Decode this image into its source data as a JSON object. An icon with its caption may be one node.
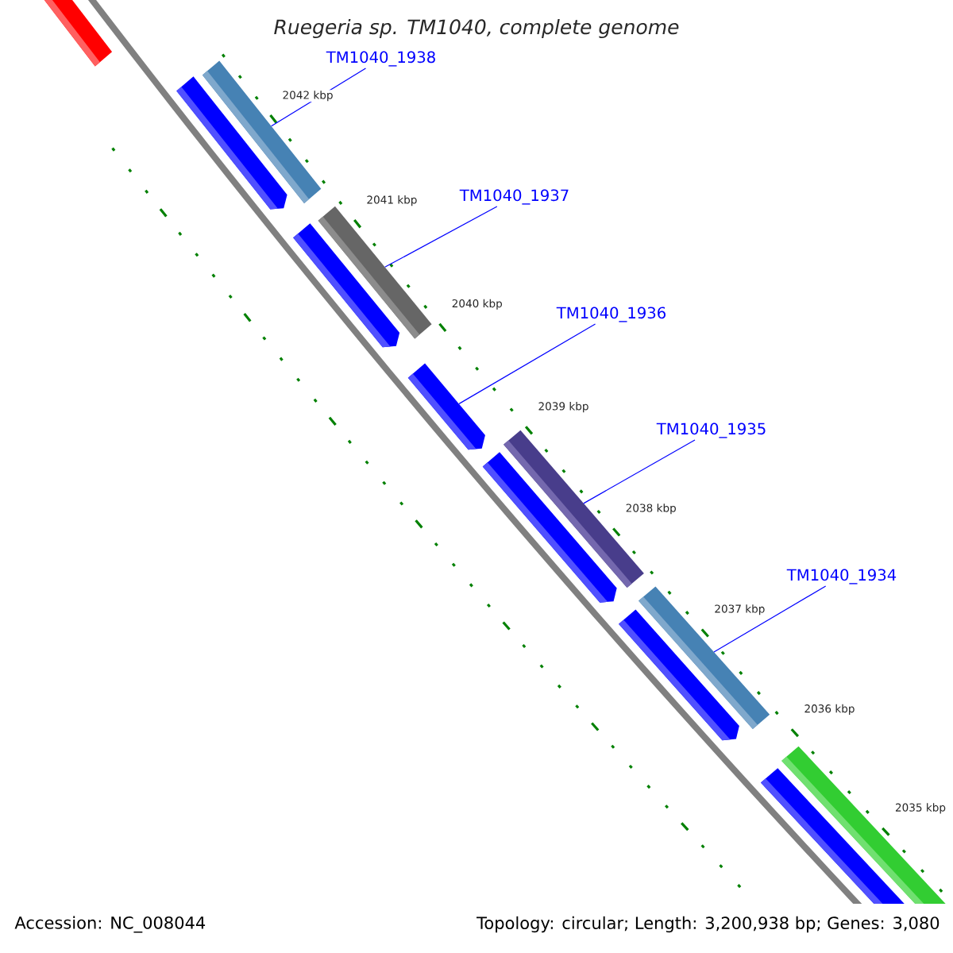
{
  "diagram": {
    "title": "Ruegeria sp. TM1040, complete genome",
    "nodes": [
      {
        "text": [
          "TM1040_1938"
        ]
      },
      {
        "text": [
          "TM1040_1937"
        ]
      },
      {
        "text": [
          "TM1040_1936"
        ]
      },
      {
        "text": [
          "TM1040_1935"
        ]
      },
      {
        "text": [
          "TM1040_1934"
        ]
      },
      {
        "text": [],
        "shape": "bar"
      },
      {
        "text": [],
        "shape": "arrow"
      },
      {
        "text": [],
        "shape": "bar"
      },
      {
        "text": [],
        "shape": "arrow"
      },
      {
        "text": [],
        "shape": "bar"
      },
      {
        "text": [],
        "shape": "arrow"
      },
      {
        "text": [],
        "shape": "bar"
      },
      {
        "text": [],
        "shape": "arrow"
      },
      {
        "text": [],
        "shape": "bar"
      },
      {
        "text": [],
        "shape": "arrow"
      },
      {
        "text": [],
        "shape": "bar"
      },
      {
        "text": [],
        "shape": "arrow"
      }
    ],
    "edges": [
      {
        "from": 0,
        "to": 7,
        "arrow": "none"
      },
      {
        "from": 1,
        "to": 9,
        "arrow": "none"
      },
      {
        "from": 2,
        "to": 10,
        "arrow": "none"
      },
      {
        "from": 3,
        "to": 11,
        "arrow": "none"
      },
      {
        "from": 4,
        "to": 13,
        "arrow": "none"
      }
    ],
    "labels": [
      "2042 kbp",
      "2041 kbp",
      "2040 kbp",
      "2039 kbp",
      "2038 kbp",
      "2037 kbp",
      "2036 kbp",
      "2035 kbp",
      "Accession: NC_008044",
      "Topology: circular; Length: 3,200,938 bp; Genes: 3,080"
    ]
  }
}
